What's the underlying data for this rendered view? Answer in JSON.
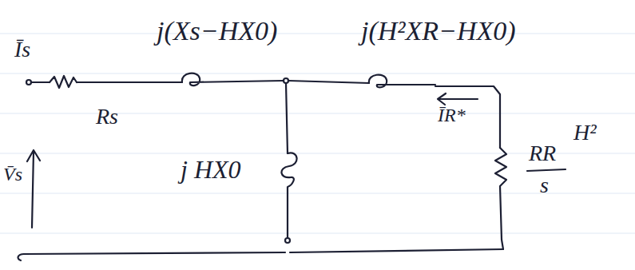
{
  "diagram": {
    "labels": [
      "Īs",
      "Rs",
      "j(Xs−HX0)",
      "j(H²XR−HX0)",
      "j HX0",
      "ĪR*",
      "RR",
      "s",
      "H²",
      "V̄s"
    ]
  }
}
